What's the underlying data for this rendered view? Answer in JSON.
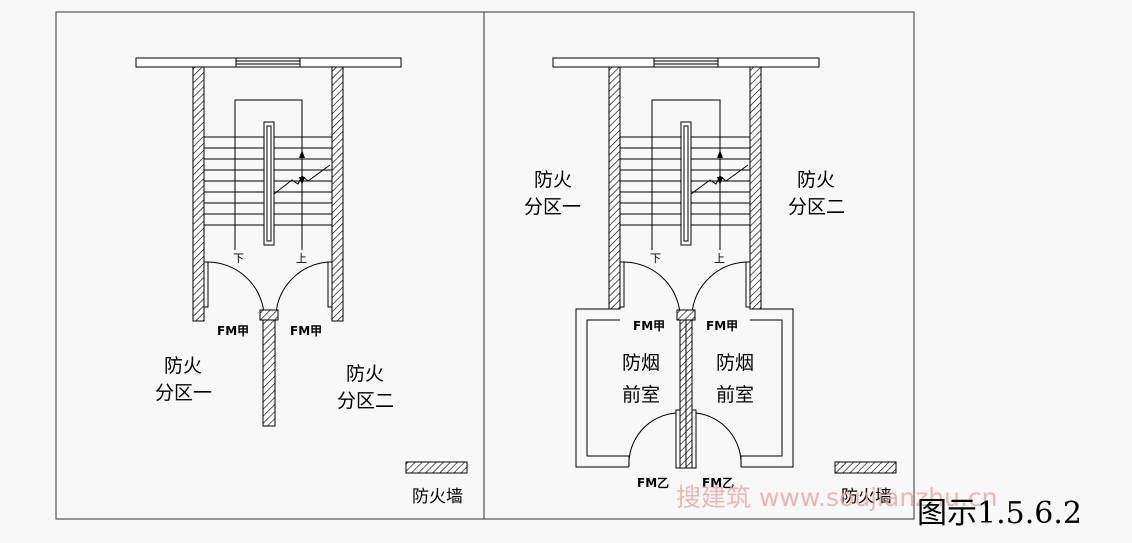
{
  "left_panel": {
    "zone_one": [
      "防火",
      "分区一"
    ],
    "zone_two": [
      "防火",
      "分区二"
    ],
    "stair_down": "下",
    "stair_up": "上",
    "door_left": "FM甲",
    "door_right": "FM甲",
    "legend_label": "防火墙"
  },
  "right_panel": {
    "zone_one": [
      "防火",
      "分区一"
    ],
    "zone_two": [
      "防火",
      "分区二"
    ],
    "stair_down": "下",
    "stair_up": "上",
    "door_upper_left": "FM甲",
    "door_upper_right": "FM甲",
    "vestibule_left": [
      "防烟",
      "前室"
    ],
    "vestibule_right": [
      "防烟",
      "前室"
    ],
    "door_lower_left": "FM乙",
    "door_lower_right": "FM乙",
    "legend_label": "防火墙"
  },
  "watermark": "搜建筑 www.soujianzhu.cn",
  "figure_caption": "图示1.5.6.2",
  "colors": {
    "line": "#000000",
    "hatch": "#000000",
    "background": "#f8f8f8",
    "watermark": "#e8a0a0"
  }
}
